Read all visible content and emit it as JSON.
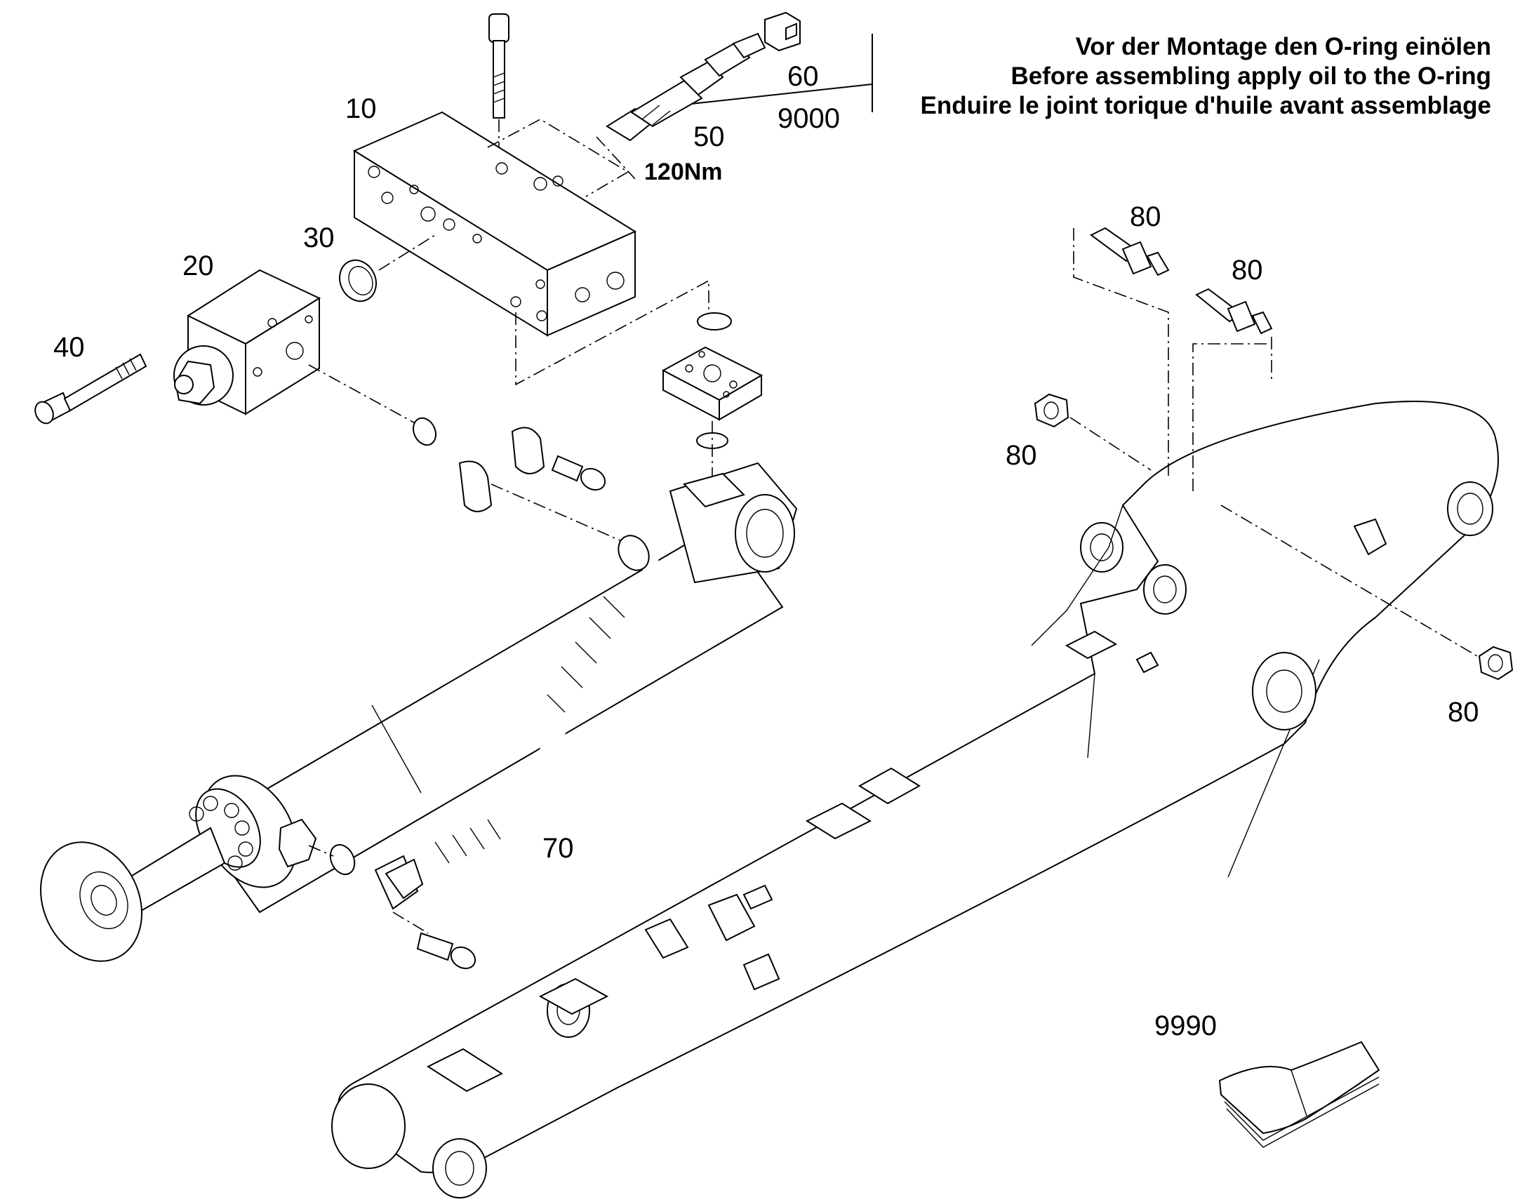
{
  "labels": {
    "p10": "10",
    "p20": "20",
    "p30": "30",
    "p40": "40",
    "p50": "50",
    "p60": "60",
    "p70": "70",
    "p80a": "80",
    "p80b": "80",
    "p80c": "80",
    "p80d": "80",
    "p9000": "9000",
    "p9990": "9990",
    "torque": "120Nm"
  },
  "note": {
    "de": "Vor der Montage den O-ring einölen",
    "en": "Before assembling apply oil to the O-ring",
    "fr": "Enduire le joint torique d'huile avant assemblage"
  }
}
